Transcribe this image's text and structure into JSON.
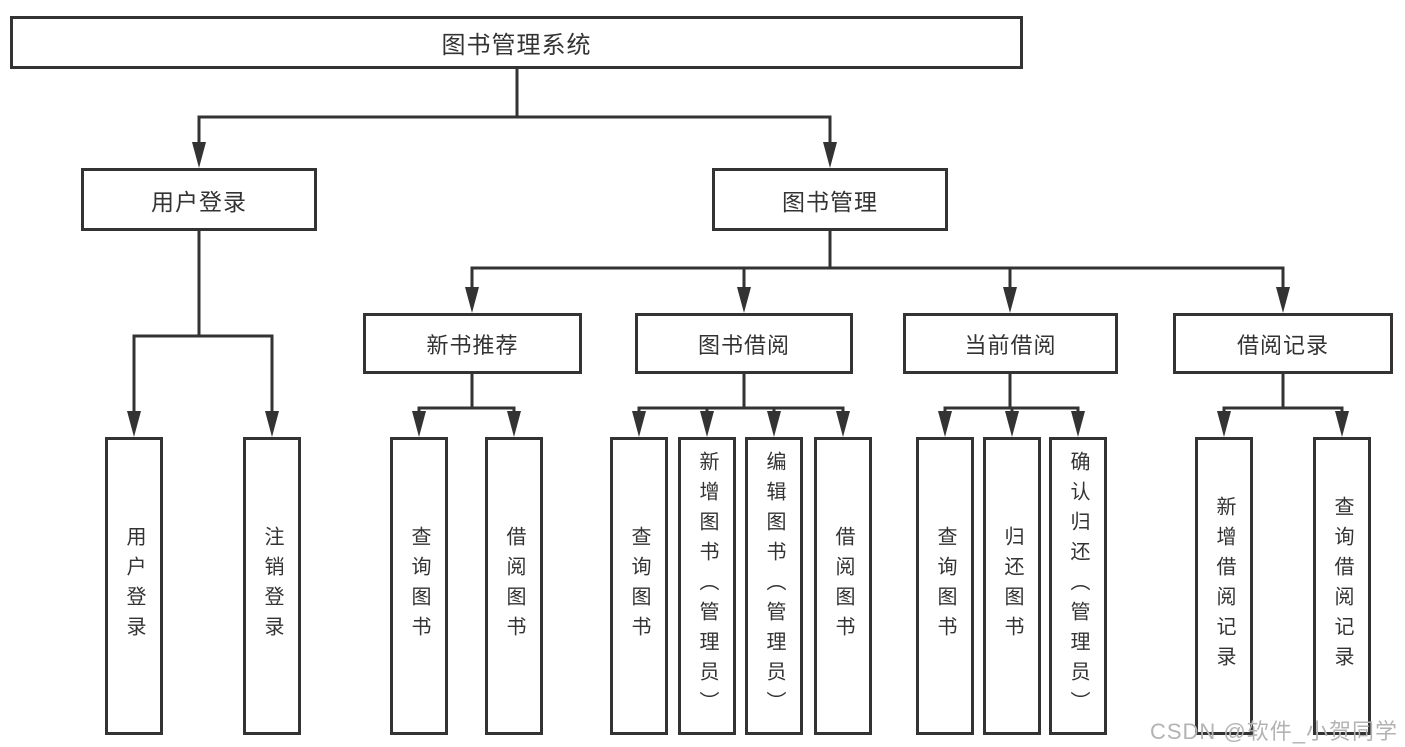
{
  "nodes": {
    "root": "图书管理系统",
    "level2": [
      "用户登录",
      "图书管理"
    ],
    "level3": [
      "新书推荐",
      "图书借阅",
      "当前借阅",
      "借阅记录"
    ],
    "leaves": [
      "用户登录",
      "注销登录",
      "查询图书",
      "借阅图书",
      "查询图书",
      "新增图书（管理员）",
      "编辑图书（管理员）",
      "借阅图书",
      "查询图书",
      "归还图书",
      "确认归还（管理员）",
      "新增借阅记录",
      "查询借阅记录"
    ]
  },
  "hierarchy": {
    "图书管理系统": {
      "用户登录": [
        "用户登录",
        "注销登录"
      ],
      "图书管理": {
        "新书推荐": [
          "查询图书",
          "借阅图书"
        ],
        "图书借阅": [
          "查询图书",
          "新增图书（管理员）",
          "编辑图书（管理员）",
          "借阅图书"
        ],
        "当前借阅": [
          "查询图书",
          "归还图书",
          "确认归还（管理员）"
        ],
        "借阅记录": [
          "新增借阅记录",
          "查询借阅记录"
        ]
      }
    }
  },
  "watermark": {
    "text": "CSDN @软件_小贺同学"
  },
  "colors": {
    "line": "#333333",
    "text": "#333333",
    "watermark": "#b3b3b3",
    "background": "#ffffff"
  }
}
